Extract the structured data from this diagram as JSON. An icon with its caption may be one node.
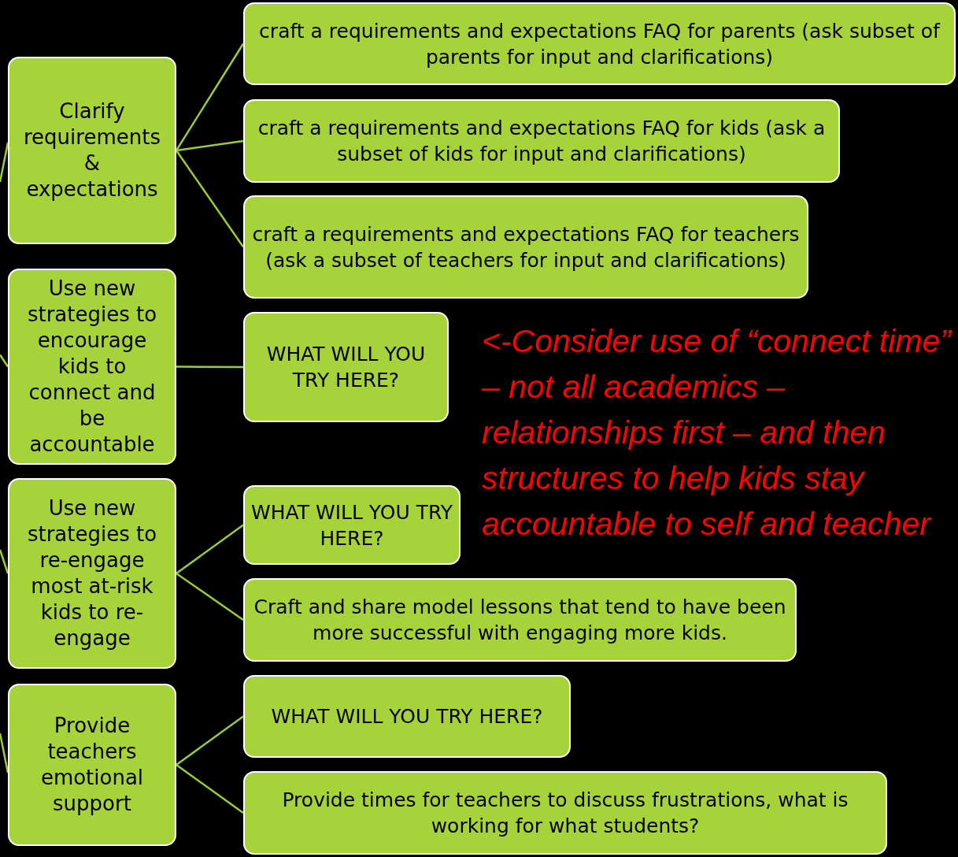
{
  "diagram": {
    "nodes": [
      {
        "text": [
          "Clarify requirements & expectations"
        ]
      },
      {
        "text": [
          "craft a requirements and expectations FAQ for parents  (ask subset of parents for input and clarifications)"
        ]
      },
      {
        "text": [
          "craft a requirements and expectations FAQ for kids (ask a subset of kids for input and clarifications)"
        ]
      },
      {
        "text": [
          "craft a requirements and expectations FAQ for teachers (ask a subset of teachers for input and clarifications)"
        ]
      },
      {
        "text": [
          "Use new strategies to encourage kids to connect and be accountable"
        ]
      },
      {
        "text": [
          "WHAT WILL YOU TRY HERE?"
        ]
      },
      {
        "text": [
          "Use new strategies to re-engage most at-risk kids to re-engage"
        ]
      },
      {
        "text": [
          "WHAT WILL YOU TRY HERE?"
        ]
      },
      {
        "text": [
          "Craft and share model lessons that tend to have been more successful with engaging more kids."
        ]
      },
      {
        "text": [
          "Provide teachers emotional support"
        ]
      },
      {
        "text": [
          "WHAT WILL YOU TRY HERE?"
        ]
      },
      {
        "text": [
          "Provide times for teachers to discuss frustrations, what is working for what students?"
        ]
      }
    ],
    "edges": [
      {
        "from": 0,
        "to": 1,
        "arrow": "none"
      },
      {
        "from": 0,
        "to": 2,
        "arrow": "none"
      },
      {
        "from": 0,
        "to": 3,
        "arrow": "none"
      },
      {
        "from": 4,
        "to": 5,
        "arrow": "none"
      },
      {
        "from": 6,
        "to": 7,
        "arrow": "none"
      },
      {
        "from": 6,
        "to": 8,
        "arrow": "none"
      },
      {
        "from": 9,
        "to": 10,
        "arrow": "none"
      },
      {
        "from": 9,
        "to": 11,
        "arrow": "none"
      },
      {
        "from": null,
        "to": 0,
        "arrow": "none"
      },
      {
        "from": null,
        "to": 4,
        "arrow": "none"
      },
      {
        "from": null,
        "to": 6,
        "arrow": "none"
      },
      {
        "from": null,
        "to": 9,
        "arrow": "none"
      }
    ],
    "labels": [
      "<-Consider use of “connect time” – not all academics – relationships first – and then structures to help kids stay accountable to self and teacher"
    ]
  }
}
